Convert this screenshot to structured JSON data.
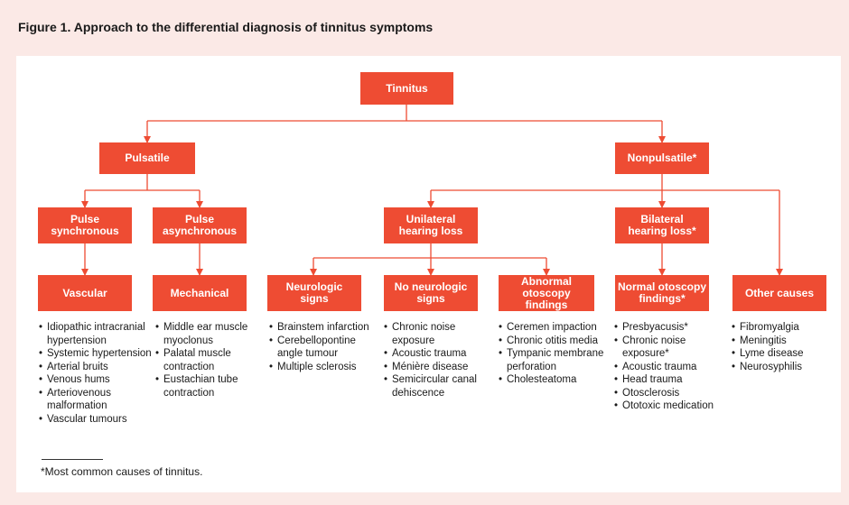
{
  "figure": {
    "label": "Figure 1.",
    "title": "Approach to the differential diagnosis of tinnitus symptoms"
  },
  "colors": {
    "node_fill": "#ee4c33",
    "node_text": "#ffffff",
    "background": "#fbe9e6",
    "panel": "#ffffff"
  },
  "nodes": {
    "tinnitus": "Tinnitus",
    "pulsatile": "Pulsatile",
    "nonpulsatile": "Nonpulsatile*",
    "pulse_synchronous": "Pulse\nsynchronous",
    "pulse_asynchronous": "Pulse\nasynchronous",
    "unilateral_hearing_loss": "Unilateral\nhearing loss",
    "bilateral_hearing_loss": "Bilateral\nhearing loss*",
    "vascular": "Vascular",
    "mechanical": "Mechanical",
    "neurologic_signs": "Neurologic\nsigns",
    "no_neurologic_signs": "No neurologic\nsigns",
    "abnormal_otoscopy": "Abnormal\notoscopy findings",
    "normal_otoscopy": "Normal otoscopy\nfindings*",
    "other_causes": "Other causes"
  },
  "lists": {
    "vascular": [
      "Idiopathic intracranial hypertension",
      "Systemic hypertension",
      "Arterial bruits",
      "Venous hums",
      "Arteriovenous malformation",
      "Vascular tumours"
    ],
    "mechanical": [
      "Middle ear muscle myoclonus",
      "Palatal muscle contraction",
      "Eustachian tube contraction"
    ],
    "neurologic_signs": [
      "Brainstem infarction",
      "Cerebellopontine angle tumour",
      "Multiple sclerosis"
    ],
    "no_neurologic_signs": [
      "Chronic noise exposure",
      "Acoustic trauma",
      "Ménière disease",
      "Semicircular canal dehiscence"
    ],
    "abnormal_otoscopy": [
      "Ceremen impaction",
      "Chronic otitis media",
      "Tympanic membrane perforation",
      "Cholesteatoma"
    ],
    "normal_otoscopy": [
      "Presbyacusis*",
      "Chronic noise exposure*",
      "Acoustic trauma",
      "Head trauma",
      "Otosclerosis",
      "Ototoxic medication"
    ],
    "other_causes": [
      "Fibromyalgia",
      "Meningitis",
      "Lyme disease",
      "Neurosyphilis"
    ]
  },
  "footnote": "*Most common causes of tinnitus."
}
